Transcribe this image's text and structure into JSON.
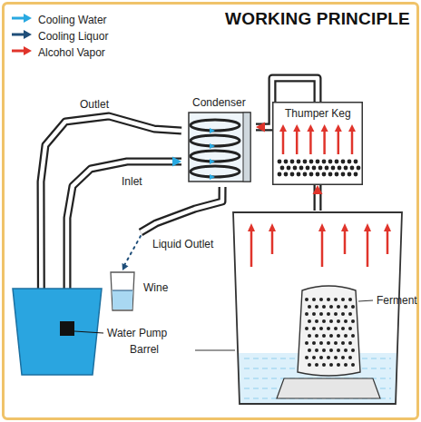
{
  "diagram": {
    "title": "WORKING PRINCIPLE",
    "nodes": [
      {
        "text": [
          "Condenser"
        ]
      },
      {
        "text": [
          "Thumper Keg"
        ]
      },
      {
        "text": [
          "Barrel"
        ]
      },
      {
        "text": [
          "Ferment"
        ],
        "in": 2
      },
      {
        "text": [
          "Water Pump"
        ]
      },
      {
        "text": [
          "Wine"
        ]
      }
    ],
    "edges": [
      {
        "from": 0,
        "to": 4,
        "label": "Outlet",
        "arrow": "to"
      },
      {
        "from": 4,
        "to": 0,
        "label": "Inlet",
        "arrow": "to"
      },
      {
        "from": 2,
        "to": 1,
        "arrow": "to"
      },
      {
        "from": 1,
        "to": 0,
        "arrow": "to"
      },
      {
        "from": 0,
        "to": 5,
        "label": "Liquid Outlet",
        "arrow": "to"
      }
    ],
    "legend": [
      {
        "text": "Cooling Water"
      },
      {
        "text": "Cooling Liquor"
      },
      {
        "text": "Alcohol Vapor"
      }
    ]
  }
}
